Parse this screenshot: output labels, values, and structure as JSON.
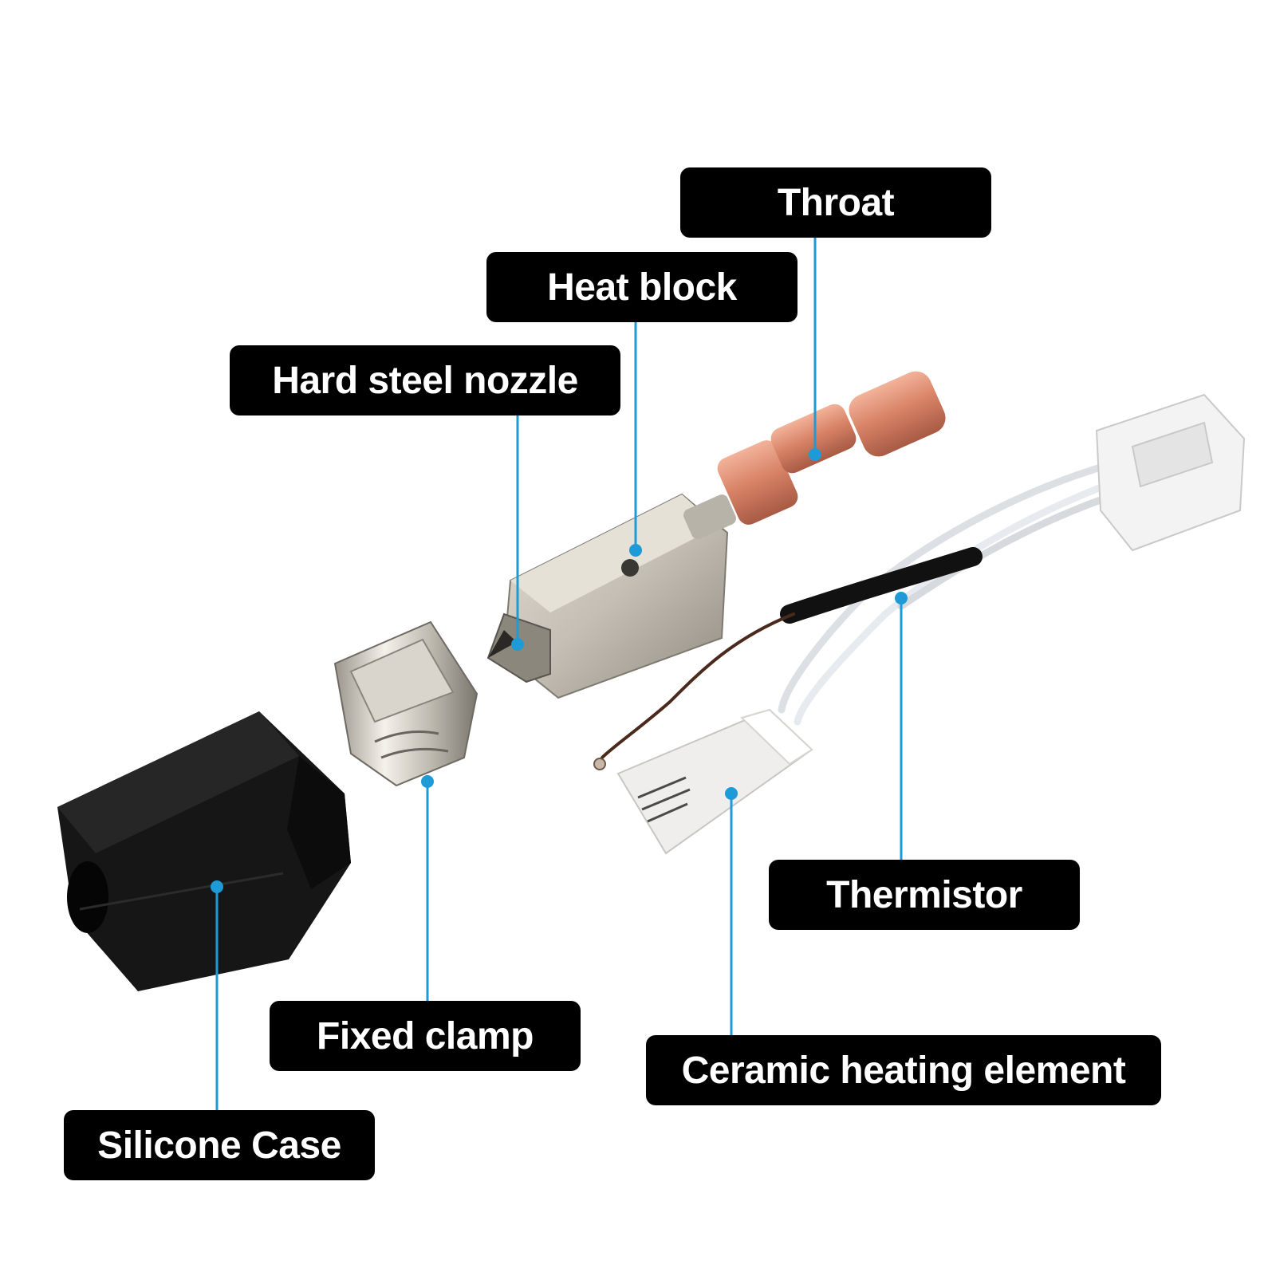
{
  "labels": {
    "throat": "Throat",
    "heat_block": "Heat block",
    "nozzle": "Hard steel nozzle",
    "clamp": "Fixed clamp",
    "silicone_case": "Silicone Case",
    "thermistor": "Thermistor",
    "ceramic_heater": "Ceramic heating element"
  },
  "colors": {
    "label_background": "#000000",
    "label_text": "#ffffff",
    "leader_line": "#1e9ad6",
    "copper": "#d9866b",
    "steel": "#c8c3b8",
    "silicone": "#151515",
    "connector": "#f1f1f1"
  }
}
